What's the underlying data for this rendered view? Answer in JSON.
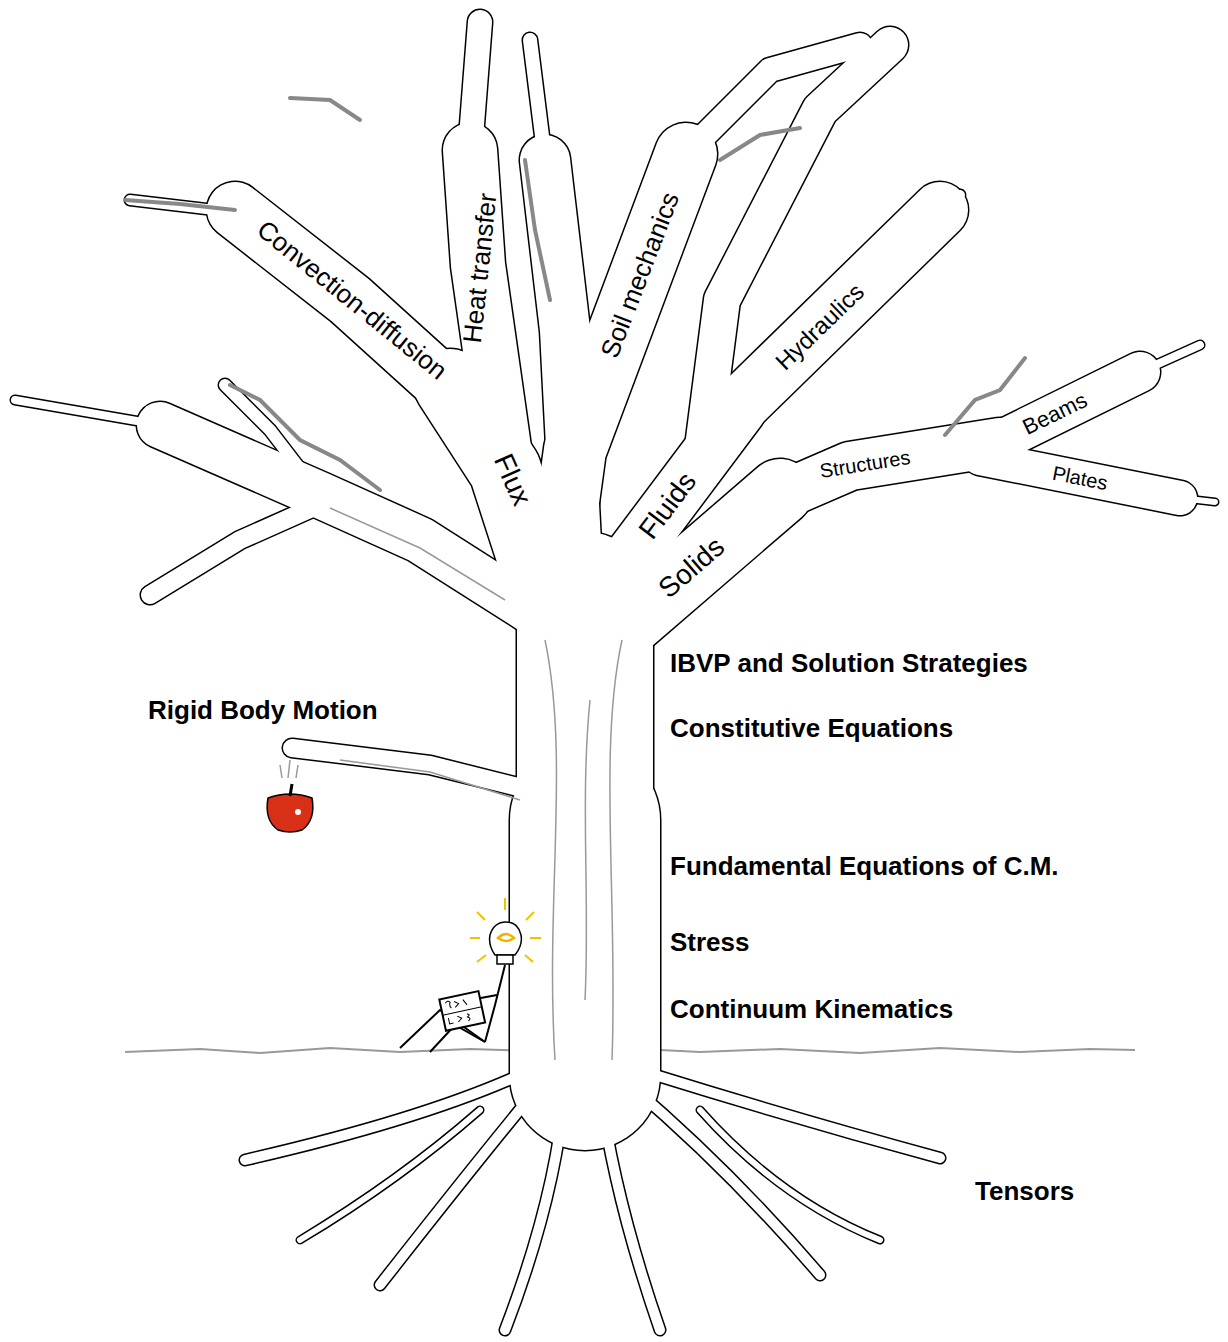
{
  "diagram": {
    "labels": [
      "Heat transfer",
      "Convection-diffusion",
      "Soil mechanics",
      "Hydraulics",
      "Flux",
      "Fluids",
      "Beams",
      "Structures",
      "Plates",
      "Solids",
      "IBVP and Solution Strategies",
      "Rigid Body Motion",
      "Constitutive Equations",
      "Fundamental Equations of C.M.",
      "Stress",
      "Continuum Kinematics",
      "Tensors"
    ]
  }
}
